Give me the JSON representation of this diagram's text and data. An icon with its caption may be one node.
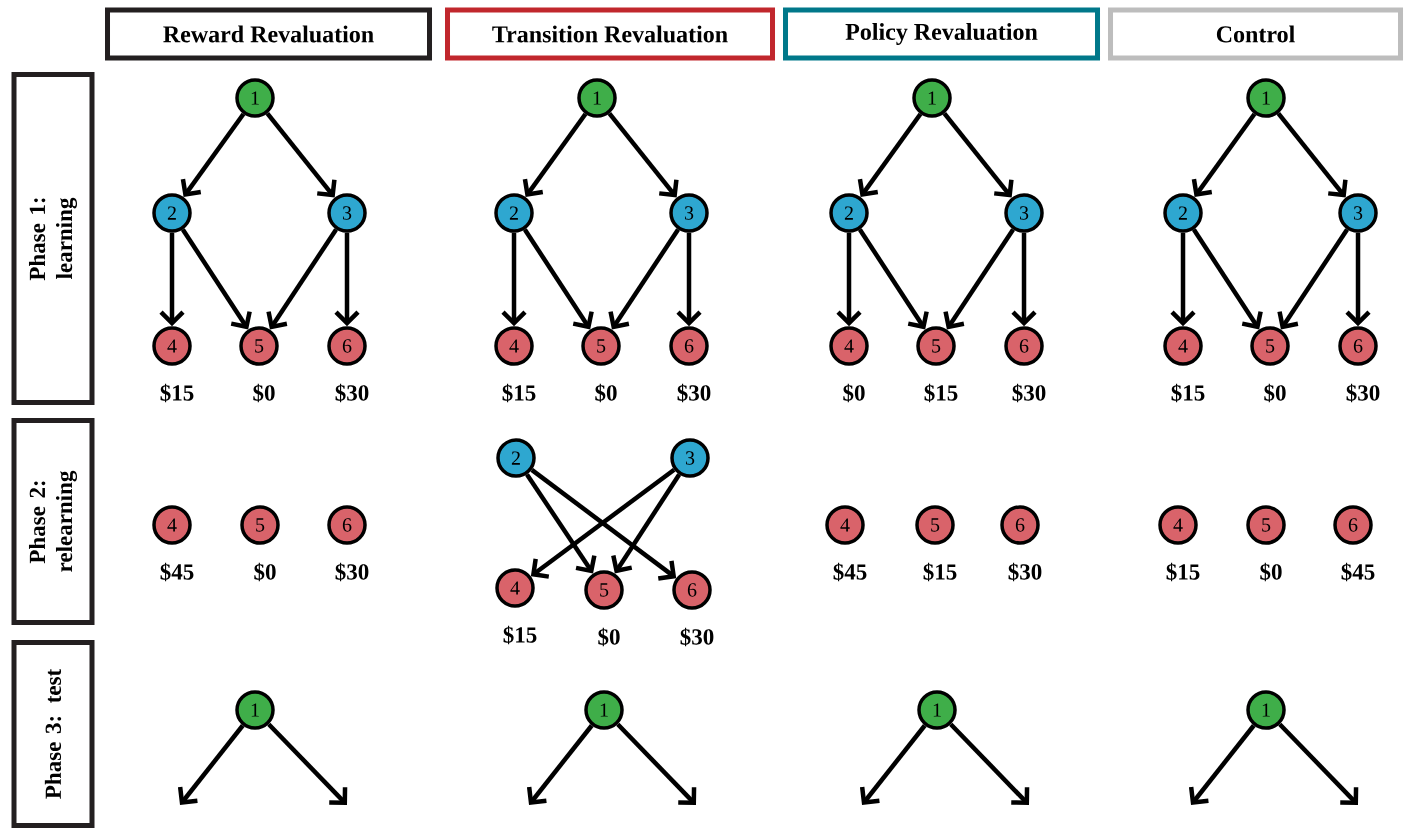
{
  "diagram": {
    "nodes": [
      {
        "text": [
          "Reward Revaluation"
        ]
      },
      {
        "text": [
          "Transition Revaluation"
        ]
      },
      {
        "text": [
          "Policy Revaluation"
        ]
      },
      {
        "text": [
          "Control"
        ]
      },
      {
        "text": [
          "Phase 1: learning"
        ]
      },
      {
        "text": [
          "Phase 2: relearning"
        ]
      },
      {
        "text": [
          "Phase 3: test"
        ]
      },
      {
        "text": [
          "1"
        ]
      },
      {
        "text": [
          "2"
        ]
      },
      {
        "text": [
          "3"
        ]
      },
      {
        "text": [
          "4"
        ],
        "beside": [
          "$15"
        ]
      },
      {
        "text": [
          "5"
        ],
        "beside": [
          "$0"
        ]
      },
      {
        "text": [
          "6"
        ],
        "beside": [
          "$30"
        ]
      },
      {
        "text": [
          "1"
        ]
      },
      {
        "text": [
          "2"
        ]
      },
      {
        "text": [
          "3"
        ]
      },
      {
        "text": [
          "4"
        ],
        "beside": [
          "$15"
        ]
      },
      {
        "text": [
          "5"
        ],
        "beside": [
          "$0"
        ]
      },
      {
        "text": [
          "6"
        ],
        "beside": [
          "$30"
        ]
      },
      {
        "text": [
          "1"
        ]
      },
      {
        "text": [
          "2"
        ]
      },
      {
        "text": [
          "3"
        ]
      },
      {
        "text": [
          "4"
        ],
        "beside": [
          "$0"
        ]
      },
      {
        "text": [
          "5"
        ],
        "beside": [
          "$15"
        ]
      },
      {
        "text": [
          "6"
        ],
        "beside": [
          "$30"
        ]
      },
      {
        "text": [
          "1"
        ]
      },
      {
        "text": [
          "2"
        ]
      },
      {
        "text": [
          "3"
        ]
      },
      {
        "text": [
          "4"
        ],
        "beside": [
          "$15"
        ]
      },
      {
        "text": [
          "5"
        ],
        "beside": [
          "$0"
        ]
      },
      {
        "text": [
          "6"
        ],
        "beside": [
          "$30"
        ]
      },
      {
        "text": [
          "4"
        ],
        "beside": [
          "$45"
        ]
      },
      {
        "text": [
          "5"
        ],
        "beside": [
          "$0"
        ]
      },
      {
        "text": [
          "6"
        ],
        "beside": [
          "$30"
        ]
      },
      {
        "text": [
          "2"
        ]
      },
      {
        "text": [
          "3"
        ]
      },
      {
        "text": [
          "4"
        ],
        "beside": [
          "$15"
        ]
      },
      {
        "text": [
          "5"
        ],
        "beside": [
          "$0"
        ]
      },
      {
        "text": [
          "6"
        ],
        "beside": [
          "$30"
        ]
      },
      {
        "text": [
          "4"
        ],
        "beside": [
          "$45"
        ]
      },
      {
        "text": [
          "5"
        ],
        "beside": [
          "$15"
        ]
      },
      {
        "text": [
          "6"
        ],
        "beside": [
          "$30"
        ]
      },
      {
        "text": [
          "4"
        ],
        "beside": [
          "$15"
        ]
      },
      {
        "text": [
          "5"
        ],
        "beside": [
          "$0"
        ]
      },
      {
        "text": [
          "6"
        ],
        "beside": [
          "$45"
        ]
      },
      {
        "text": [
          "1"
        ]
      },
      {
        "text": [
          "1"
        ]
      },
      {
        "text": [
          "1"
        ]
      },
      {
        "text": [
          "1"
        ]
      }
    ],
    "edges": [
      {
        "from": 7,
        "to": 8,
        "arrow": "to"
      },
      {
        "from": 7,
        "to": 9,
        "arrow": "to"
      },
      {
        "from": 8,
        "to": 10,
        "arrow": "to"
      },
      {
        "from": 8,
        "to": 11,
        "arrow": "to"
      },
      {
        "from": 9,
        "to": 11,
        "arrow": "to"
      },
      {
        "from": 9,
        "to": 12,
        "arrow": "to"
      },
      {
        "from": 13,
        "to": 14,
        "arrow": "to"
      },
      {
        "from": 13,
        "to": 15,
        "arrow": "to"
      },
      {
        "from": 14,
        "to": 16,
        "arrow": "to"
      },
      {
        "from": 14,
        "to": 17,
        "arrow": "to"
      },
      {
        "from": 15,
        "to": 17,
        "arrow": "to"
      },
      {
        "from": 15,
        "to": 18,
        "arrow": "to"
      },
      {
        "from": 19,
        "to": 20,
        "arrow": "to"
      },
      {
        "from": 19,
        "to": 21,
        "arrow": "to"
      },
      {
        "from": 20,
        "to": 22,
        "arrow": "to"
      },
      {
        "from": 20,
        "to": 23,
        "arrow": "to"
      },
      {
        "from": 21,
        "to": 23,
        "arrow": "to"
      },
      {
        "from": 21,
        "to": 24,
        "arrow": "to"
      },
      {
        "from": 25,
        "to": 26,
        "arrow": "to"
      },
      {
        "from": 25,
        "to": 27,
        "arrow": "to"
      },
      {
        "from": 26,
        "to": 28,
        "arrow": "to"
      },
      {
        "from": 26,
        "to": 29,
        "arrow": "to"
      },
      {
        "from": 27,
        "to": 29,
        "arrow": "to"
      },
      {
        "from": 27,
        "to": 30,
        "arrow": "to"
      },
      {
        "from": 34,
        "to": 37,
        "arrow": "to"
      },
      {
        "from": 34,
        "to": 38,
        "arrow": "to"
      },
      {
        "from": 35,
        "to": 36,
        "arrow": "to"
      },
      {
        "from": 35,
        "to": 37,
        "arrow": "to"
      },
      {
        "from": 45,
        "to": null,
        "arrow": "to"
      },
      {
        "from": 45,
        "to": null,
        "arrow": "to"
      },
      {
        "from": 46,
        "to": null,
        "arrow": "to"
      },
      {
        "from": 46,
        "to": null,
        "arrow": "to"
      },
      {
        "from": 47,
        "to": null,
        "arrow": "to"
      },
      {
        "from": 47,
        "to": null,
        "arrow": "to"
      },
      {
        "from": 48,
        "to": null,
        "arrow": "to"
      },
      {
        "from": 48,
        "to": null,
        "arrow": "to"
      }
    ]
  }
}
